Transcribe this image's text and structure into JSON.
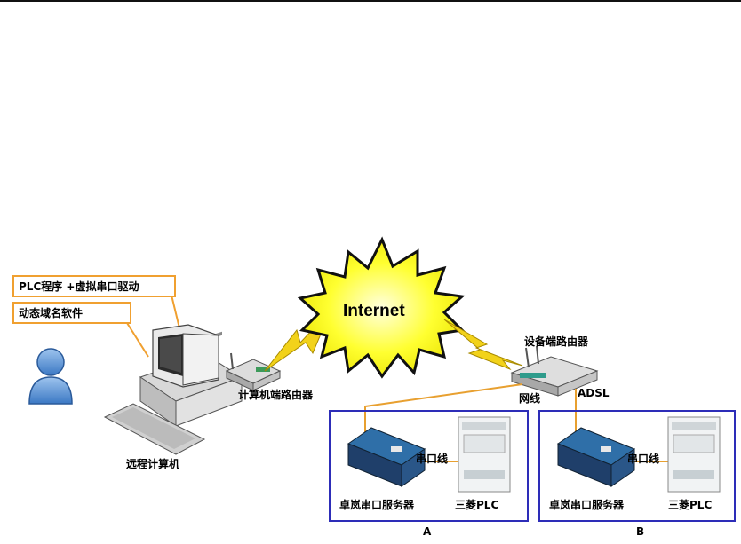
{
  "labels": {
    "plc_software": "PLC程序 +虚拟串口驱动",
    "ddns_software": "动态域名软件",
    "internet": "Internet",
    "device_router": "设备端路由器",
    "pc_router": "计算机端路由器",
    "network_cable": "网线",
    "adsl": "ADSL",
    "remote_computer": "远程计算机",
    "serial_cable_a": "串口线",
    "serial_cable_b": "串口线",
    "server_a": "卓岚串口服务器",
    "server_b": "卓岚串口服务器",
    "plc_a": "三菱PLC",
    "plc_b": "三菱PLC",
    "zone_a": "A",
    "zone_b": "B"
  },
  "colors": {
    "callout_border": "#f0a030",
    "zone_border": "#2d2db8",
    "cable": "#e8a030",
    "cloud_fill": "#ffff00",
    "lightning": "#f2d21a"
  }
}
